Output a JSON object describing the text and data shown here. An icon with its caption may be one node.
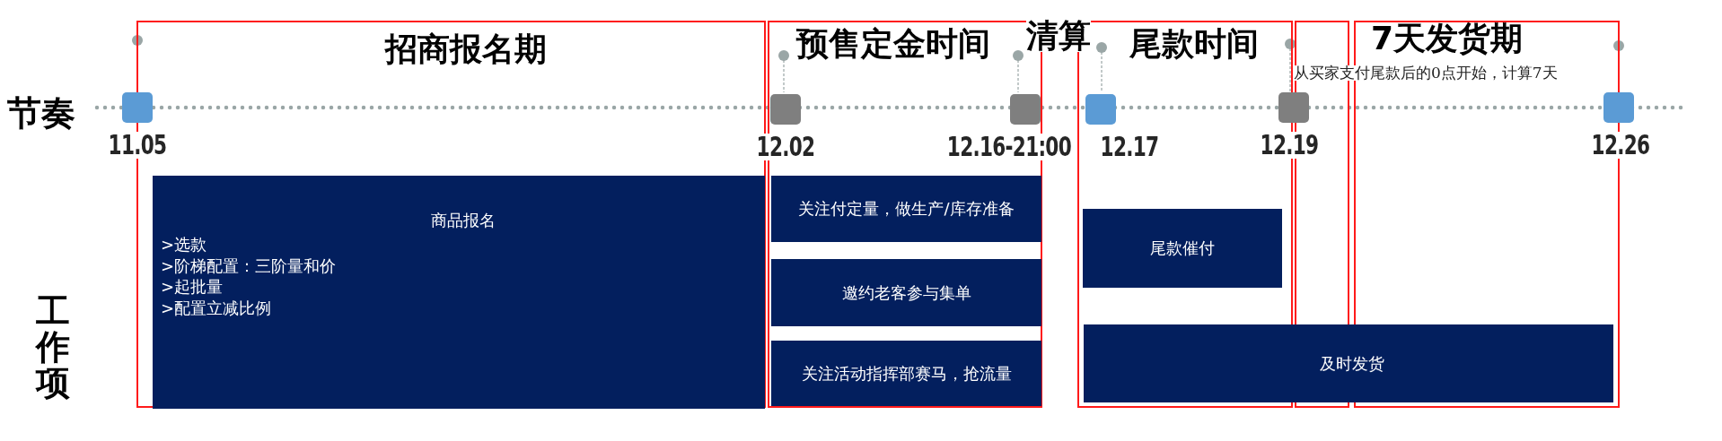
{
  "diagram": {
    "nodes": [
      {
        "text": [
          "招商报名期"
        ]
      },
      {
        "text": [
          "商品报名",
          ">选款",
          ">阶梯配置：三阶量和价",
          ">起批量",
          ">配置立减比例"
        ],
        "in": 0
      },
      {
        "text": [
          "预售定金时间"
        ]
      },
      {
        "text": [
          "关注付定量，做生产/库存准备"
        ],
        "in": 2
      },
      {
        "text": [
          "邀约老客参与集单"
        ],
        "in": 2
      },
      {
        "text": [
          "关注活动指挥部赛马，抢流量"
        ],
        "in": 2
      },
      {
        "text": [
          "尾款时间"
        ]
      },
      {
        "text": [
          "尾款催付"
        ],
        "in": 6
      },
      {
        "text": [],
        "shape": "box"
      },
      {
        "text": [
          "7天发货期"
        ]
      },
      {
        "text": [
          "及时发货"
        ]
      },
      {
        "text": [],
        "shape": "box",
        "beside": [
          "11.05"
        ]
      },
      {
        "text": [],
        "shape": "box",
        "beside": [
          "12.02"
        ],
        "in": 2
      },
      {
        "text": [],
        "shape": "box",
        "beside": [
          "12.16-21:00"
        ],
        "in": 2
      },
      {
        "text": [],
        "shape": "box",
        "beside": [
          "12.17"
        ],
        "in": 6
      },
      {
        "text": [],
        "shape": "box",
        "beside": [
          "12.19"
        ]
      },
      {
        "text": [],
        "shape": "box",
        "beside": [
          "12.26"
        ]
      }
    ],
    "labels": [
      "节奏",
      "清算",
      "从买家支付尾款后的0点开始，计算7天",
      "工作项"
    ]
  }
}
